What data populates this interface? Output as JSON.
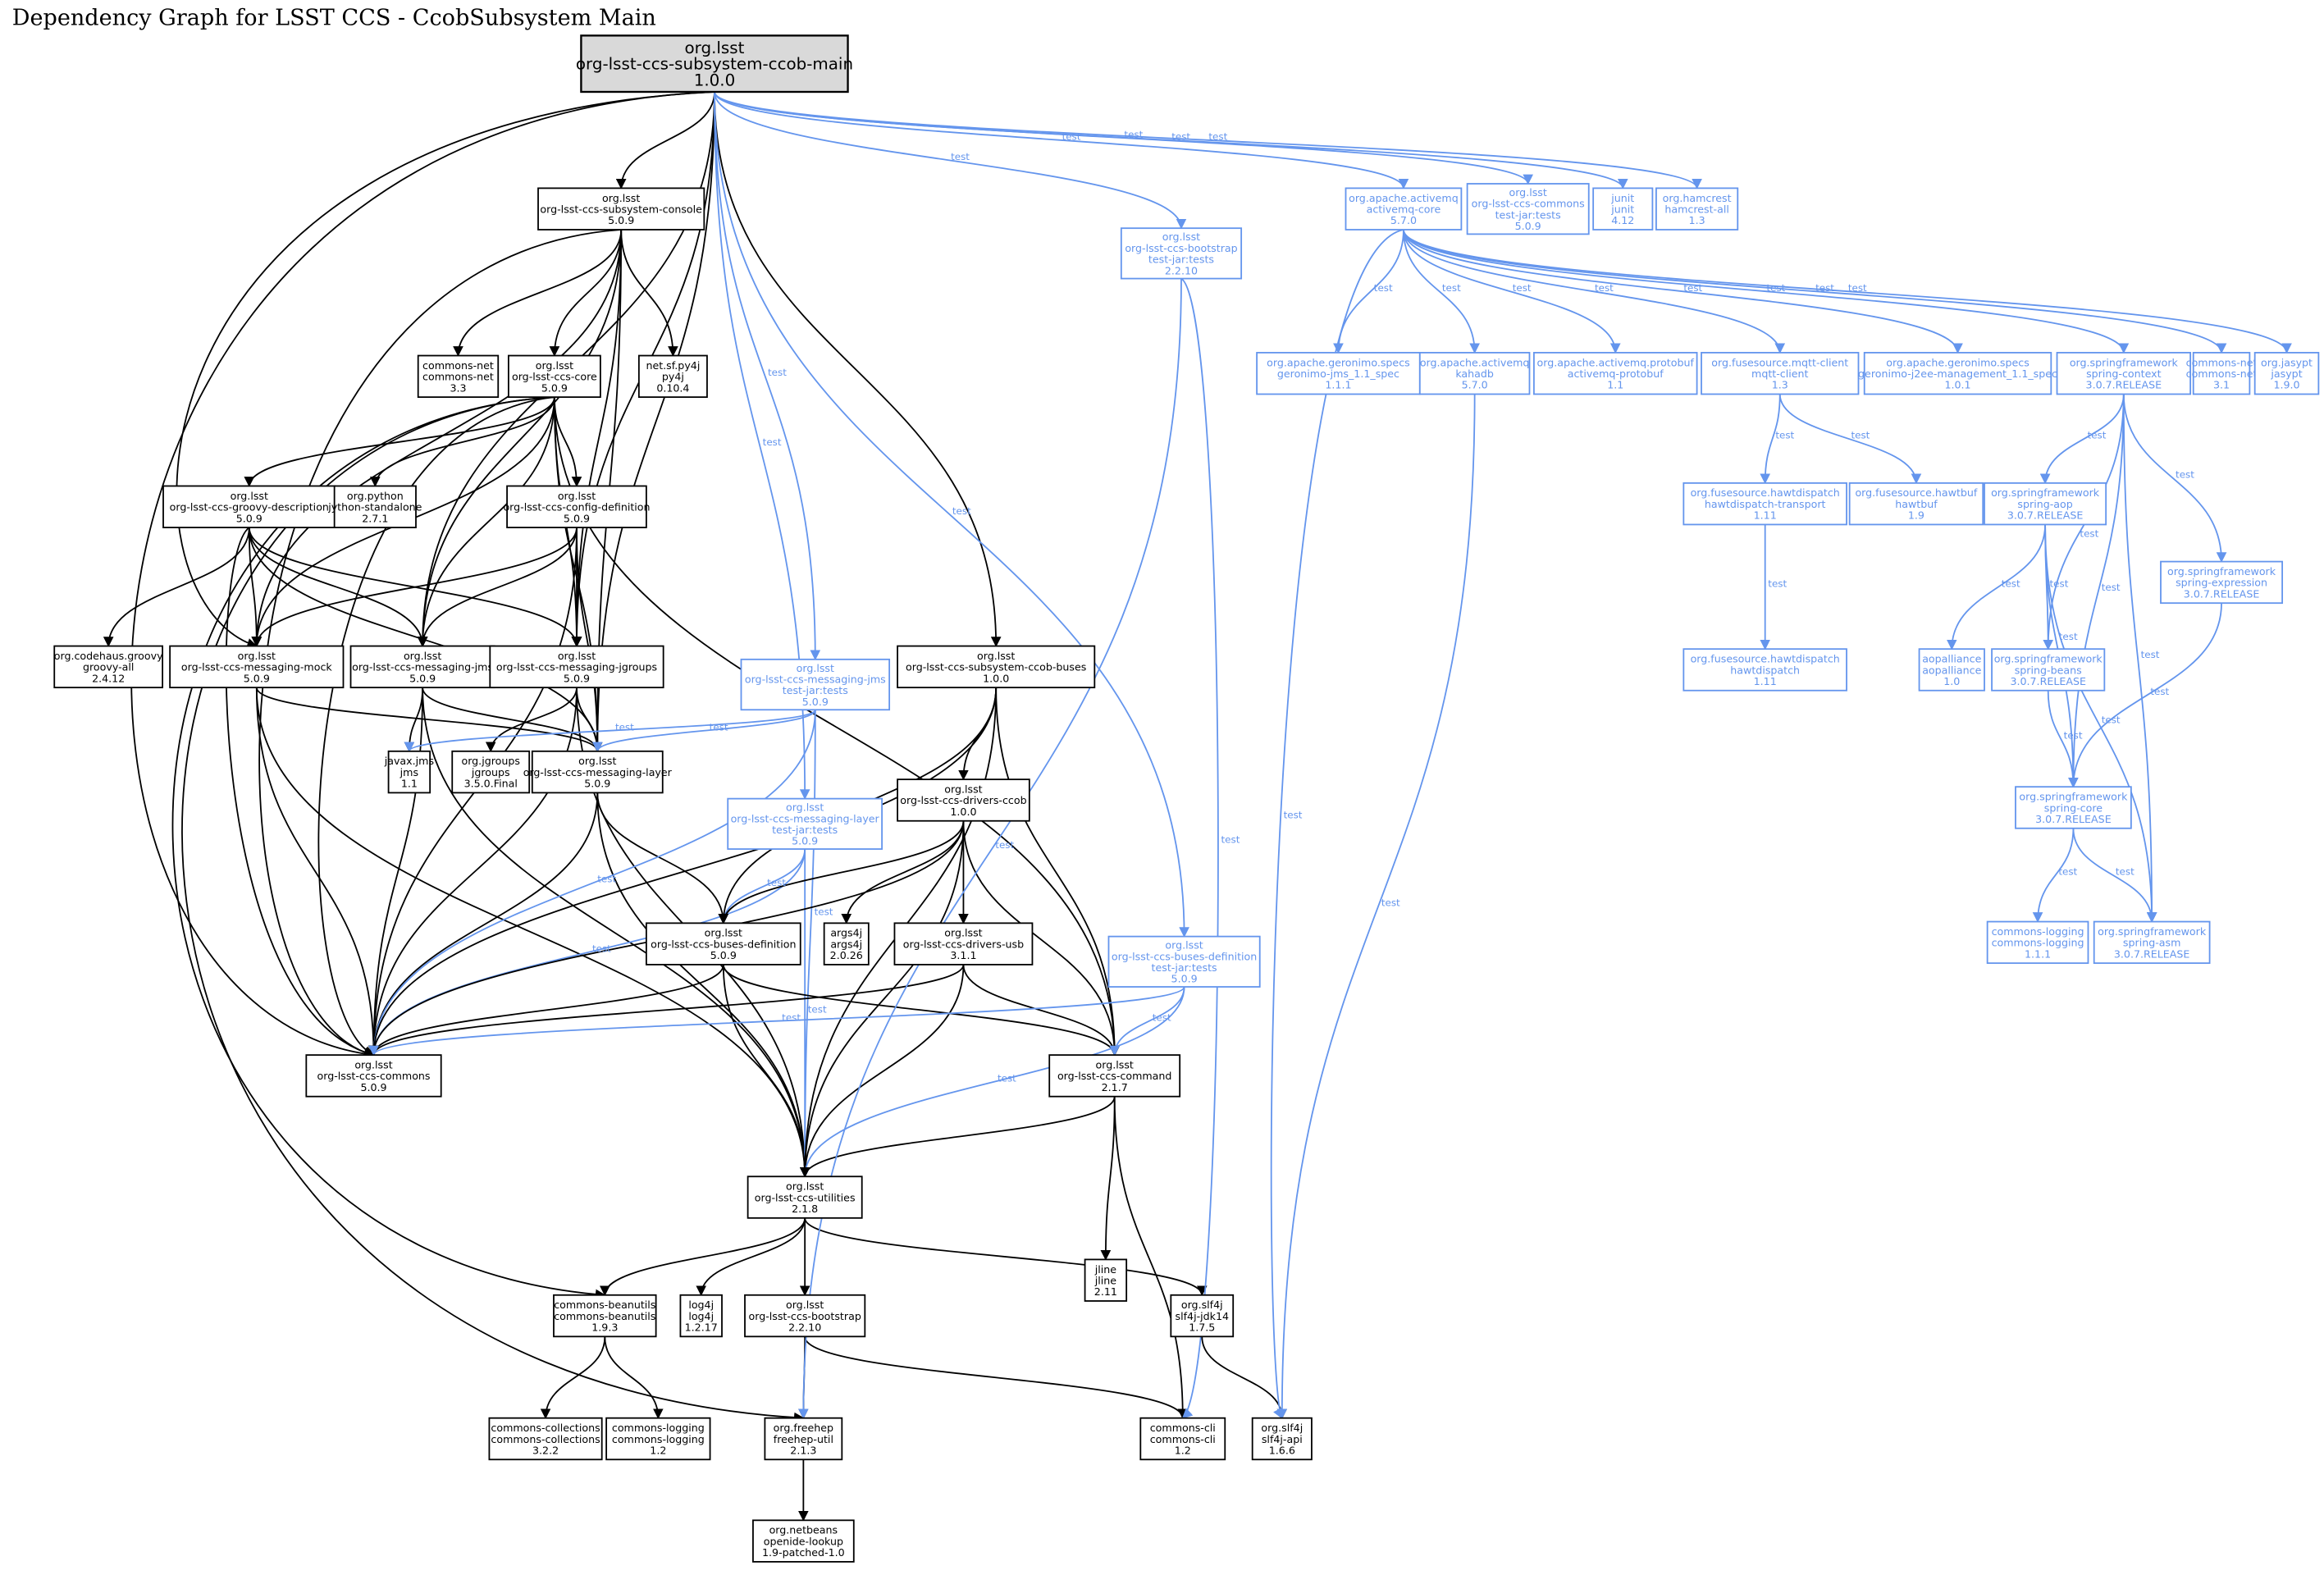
{
  "title": "Dependency Graph for LSST CCS - CcobSubsystem Main",
  "colors": {
    "compile": "#000000",
    "test": "#6495ED",
    "root_fill": "#d9d9d9"
  },
  "nodes": [
    {
      "id": "root",
      "scope": "root",
      "lines": [
        "org.lsst",
        "org-lsst-ccs-subsystem-ccob-main",
        "1.0.0"
      ]
    },
    {
      "id": "console",
      "scope": "compile",
      "lines": [
        "org.lsst",
        "org-lsst-ccs-subsystem-console",
        "5.0.9"
      ]
    },
    {
      "id": "cnet33",
      "scope": "compile",
      "lines": [
        "commons-net",
        "commons-net",
        "3.3"
      ]
    },
    {
      "id": "core",
      "scope": "compile",
      "lines": [
        "org.lsst",
        "org-lsst-ccs-core",
        "5.0.9"
      ]
    },
    {
      "id": "py4j",
      "scope": "compile",
      "lines": [
        "net.sf.py4j",
        "py4j",
        "0.10.4"
      ]
    },
    {
      "id": "groovydesc",
      "scope": "compile",
      "lines": [
        "org.lsst",
        "org-lsst-ccs-groovy-description",
        "5.0.9"
      ]
    },
    {
      "id": "jython",
      "scope": "compile",
      "lines": [
        "org.python",
        "jython-standalone",
        "2.7.1"
      ]
    },
    {
      "id": "configdef",
      "scope": "compile",
      "lines": [
        "org.lsst",
        "org-lsst-ccs-config-definition",
        "5.0.9"
      ]
    },
    {
      "id": "codehaus",
      "scope": "compile",
      "lines": [
        "org.codehaus.groovy",
        "groovy-all",
        "2.4.12"
      ]
    },
    {
      "id": "mock",
      "scope": "compile",
      "lines": [
        "org.lsst",
        "org-lsst-ccs-messaging-mock",
        "5.0.9"
      ]
    },
    {
      "id": "jms",
      "scope": "compile",
      "lines": [
        "org.lsst",
        "org-lsst-ccs-messaging-jms",
        "5.0.9"
      ]
    },
    {
      "id": "jgroupsmsg",
      "scope": "compile",
      "lines": [
        "org.lsst",
        "org-lsst-ccs-messaging-jgroups",
        "5.0.9"
      ]
    },
    {
      "id": "jmstests",
      "scope": "test",
      "lines": [
        "org.lsst",
        "org-lsst-ccs-messaging-jms",
        "test-jar:tests",
        "5.0.9"
      ]
    },
    {
      "id": "ccobbuses",
      "scope": "compile",
      "lines": [
        "org.lsst",
        "org-lsst-ccs-subsystem-ccob-buses",
        "1.0.0"
      ]
    },
    {
      "id": "javax",
      "scope": "compile",
      "lines": [
        "javax.jms",
        "jms",
        "1.1"
      ]
    },
    {
      "id": "jgroups",
      "scope": "compile",
      "lines": [
        "org.jgroups",
        "jgroups",
        "3.5.0.Final"
      ]
    },
    {
      "id": "layer",
      "scope": "compile",
      "lines": [
        "org.lsst",
        "org-lsst-ccs-messaging-layer",
        "5.0.9"
      ]
    },
    {
      "id": "layertests",
      "scope": "test",
      "lines": [
        "org.lsst",
        "org-lsst-ccs-messaging-layer",
        "test-jar:tests",
        "5.0.9"
      ]
    },
    {
      "id": "driversccob",
      "scope": "compile",
      "lines": [
        "org.lsst",
        "org-lsst-ccs-drivers-ccob",
        "1.0.0"
      ]
    },
    {
      "id": "args4j",
      "scope": "compile",
      "lines": [
        "args4j",
        "args4j",
        "2.0.26"
      ]
    },
    {
      "id": "driversusb",
      "scope": "compile",
      "lines": [
        "org.lsst",
        "org-lsst-ccs-drivers-usb",
        "3.1.1"
      ]
    },
    {
      "id": "busesdef",
      "scope": "compile",
      "lines": [
        "org.lsst",
        "org-lsst-ccs-buses-definition",
        "5.0.9"
      ]
    },
    {
      "id": "busesdeftests",
      "scope": "test",
      "lines": [
        "org.lsst",
        "org-lsst-ccs-buses-definition",
        "test-jar:tests",
        "5.0.9"
      ]
    },
    {
      "id": "commons",
      "scope": "compile",
      "lines": [
        "org.lsst",
        "org-lsst-ccs-commons",
        "5.0.9"
      ]
    },
    {
      "id": "command",
      "scope": "compile",
      "lines": [
        "org.lsst",
        "org-lsst-ccs-command",
        "2.1.7"
      ]
    },
    {
      "id": "utilities",
      "scope": "compile",
      "lines": [
        "org.lsst",
        "org-lsst-ccs-utilities",
        "2.1.8"
      ]
    },
    {
      "id": "jline",
      "scope": "compile",
      "lines": [
        "jline",
        "jline",
        "2.11"
      ]
    },
    {
      "id": "beanutils",
      "scope": "compile",
      "lines": [
        "commons-beanutils",
        "commons-beanutils",
        "1.9.3"
      ]
    },
    {
      "id": "log4j",
      "scope": "compile",
      "lines": [
        "log4j",
        "log4j",
        "1.2.17"
      ]
    },
    {
      "id": "bootstrap",
      "scope": "compile",
      "lines": [
        "org.lsst",
        "org-lsst-ccs-bootstrap",
        "2.2.10"
      ]
    },
    {
      "id": "jdk14",
      "scope": "compile",
      "lines": [
        "org.slf4j",
        "slf4j-jdk14",
        "1.7.5"
      ]
    },
    {
      "id": "collections",
      "scope": "compile",
      "lines": [
        "commons-collections",
        "commons-collections",
        "3.2.2"
      ]
    },
    {
      "id": "logging12",
      "scope": "compile",
      "lines": [
        "commons-logging",
        "commons-logging",
        "1.2"
      ]
    },
    {
      "id": "freehep",
      "scope": "compile",
      "lines": [
        "org.freehep",
        "freehep-util",
        "2.1.3"
      ]
    },
    {
      "id": "cli",
      "scope": "compile",
      "lines": [
        "commons-cli",
        "commons-cli",
        "1.2"
      ]
    },
    {
      "id": "slf4japi",
      "scope": "compile",
      "lines": [
        "org.slf4j",
        "slf4j-api",
        "1.6.6"
      ]
    },
    {
      "id": "netbeans",
      "scope": "compile",
      "lines": [
        "org.netbeans",
        "openide-lookup",
        "1.9-patched-1.0"
      ]
    },
    {
      "id": "bootstraptests",
      "scope": "test",
      "lines": [
        "org.lsst",
        "org-lsst-ccs-bootstrap",
        "test-jar:tests",
        "2.2.10"
      ]
    },
    {
      "id": "activemqcore",
      "scope": "test",
      "lines": [
        "org.apache.activemq",
        "activemq-core",
        "5.7.0"
      ]
    },
    {
      "id": "commonstests",
      "scope": "test",
      "lines": [
        "org.lsst",
        "org-lsst-ccs-commons",
        "test-jar:tests",
        "5.0.9"
      ]
    },
    {
      "id": "junit",
      "scope": "test",
      "lines": [
        "junit",
        "junit",
        "4.12"
      ]
    },
    {
      "id": "hamcrest",
      "scope": "test",
      "lines": [
        "org.hamcrest",
        "hamcrest-all",
        "1.3"
      ]
    },
    {
      "id": "geronimojms",
      "scope": "test",
      "lines": [
        "org.apache.geronimo.specs",
        "geronimo-jms_1.1_spec",
        "1.1.1"
      ]
    },
    {
      "id": "kahadb",
      "scope": "test",
      "lines": [
        "org.apache.activemq",
        "kahadb",
        "5.7.0"
      ]
    },
    {
      "id": "protobuf",
      "scope": "test",
      "lines": [
        "org.apache.activemq.protobuf",
        "activemq-protobuf",
        "1.1"
      ]
    },
    {
      "id": "mqtt",
      "scope": "test",
      "lines": [
        "org.fusesource.mqtt-client",
        "mqtt-client",
        "1.3"
      ]
    },
    {
      "id": "j2ee",
      "scope": "test",
      "lines": [
        "org.apache.geronimo.specs",
        "geronimo-j2ee-management_1.1_spec",
        "1.0.1"
      ]
    },
    {
      "id": "springcontext",
      "scope": "test",
      "lines": [
        "org.springframework",
        "spring-context",
        "3.0.7.RELEASE"
      ]
    },
    {
      "id": "cnet31",
      "scope": "test",
      "lines": [
        "commons-net",
        "commons-net",
        "3.1"
      ]
    },
    {
      "id": "jasypt",
      "scope": "test",
      "lines": [
        "org.jasypt",
        "jasypt",
        "1.9.0"
      ]
    },
    {
      "id": "hawttransport",
      "scope": "test",
      "lines": [
        "org.fusesource.hawtdispatch",
        "hawtdispatch-transport",
        "1.11"
      ]
    },
    {
      "id": "hawtbuf",
      "scope": "test",
      "lines": [
        "org.fusesource.hawtbuf",
        "hawtbuf",
        "1.9"
      ]
    },
    {
      "id": "springaop",
      "scope": "test",
      "lines": [
        "org.springframework",
        "spring-aop",
        "3.0.7.RELEASE"
      ]
    },
    {
      "id": "springexpr",
      "scope": "test",
      "lines": [
        "org.springframework",
        "spring-expression",
        "3.0.7.RELEASE"
      ]
    },
    {
      "id": "hawtdispatch",
      "scope": "test",
      "lines": [
        "org.fusesource.hawtdispatch",
        "hawtdispatch",
        "1.11"
      ]
    },
    {
      "id": "aopalliance",
      "scope": "test",
      "lines": [
        "aopalliance",
        "aopalliance",
        "1.0"
      ]
    },
    {
      "id": "springbeans",
      "scope": "test",
      "lines": [
        "org.springframework",
        "spring-beans",
        "3.0.7.RELEASE"
      ]
    },
    {
      "id": "springcore",
      "scope": "test",
      "lines": [
        "org.springframework",
        "spring-core",
        "3.0.7.RELEASE"
      ]
    },
    {
      "id": "logging111",
      "scope": "test",
      "lines": [
        "commons-logging",
        "commons-logging",
        "1.1.1"
      ]
    },
    {
      "id": "springasm",
      "scope": "test",
      "lines": [
        "org.springframework",
        "spring-asm",
        "3.0.7.RELEASE"
      ]
    }
  ],
  "edges": [
    [
      "root",
      "console",
      ""
    ],
    [
      "root",
      "commons",
      ""
    ],
    [
      "root",
      "mock",
      ""
    ],
    [
      "root",
      "jms",
      ""
    ],
    [
      "root",
      "jgroupsmsg",
      ""
    ],
    [
      "root",
      "layer",
      ""
    ],
    [
      "root",
      "ccobbuses",
      ""
    ],
    [
      "root",
      "jmstests",
      "test"
    ],
    [
      "root",
      "layertests",
      "test"
    ],
    [
      "root",
      "busesdeftests",
      "test"
    ],
    [
      "root",
      "bootstraptests",
      "test"
    ],
    [
      "root",
      "activemqcore",
      "test"
    ],
    [
      "root",
      "commonstests",
      "test"
    ],
    [
      "root",
      "junit",
      "test"
    ],
    [
      "root",
      "hamcrest",
      "test"
    ],
    [
      "console",
      "cnet33",
      ""
    ],
    [
      "console",
      "core",
      ""
    ],
    [
      "console",
      "py4j",
      ""
    ],
    [
      "console",
      "commons",
      ""
    ],
    [
      "console",
      "mock",
      ""
    ],
    [
      "console",
      "jms",
      ""
    ],
    [
      "console",
      "jgroupsmsg",
      ""
    ],
    [
      "console",
      "layer",
      ""
    ],
    [
      "core",
      "groovydesc",
      ""
    ],
    [
      "core",
      "jython",
      ""
    ],
    [
      "core",
      "configdef",
      ""
    ],
    [
      "core",
      "mock",
      ""
    ],
    [
      "core",
      "jms",
      ""
    ],
    [
      "core",
      "jgroupsmsg",
      ""
    ],
    [
      "core",
      "layer",
      ""
    ],
    [
      "core",
      "commons",
      ""
    ],
    [
      "core",
      "command",
      ""
    ],
    [
      "core",
      "beanutils",
      ""
    ],
    [
      "core",
      "freehep",
      ""
    ],
    [
      "groovydesc",
      "codehaus",
      ""
    ],
    [
      "groovydesc",
      "mock",
      ""
    ],
    [
      "groovydesc",
      "jms",
      ""
    ],
    [
      "groovydesc",
      "jgroupsmsg",
      ""
    ],
    [
      "groovydesc",
      "layer",
      ""
    ],
    [
      "groovydesc",
      "commons",
      ""
    ],
    [
      "configdef",
      "mock",
      ""
    ],
    [
      "configdef",
      "jms",
      ""
    ],
    [
      "configdef",
      "jgroupsmsg",
      ""
    ],
    [
      "configdef",
      "layer",
      ""
    ],
    [
      "configdef",
      "commons",
      ""
    ],
    [
      "mock",
      "layer",
      ""
    ],
    [
      "mock",
      "commons",
      ""
    ],
    [
      "mock",
      "utilities",
      ""
    ],
    [
      "jms",
      "javax",
      ""
    ],
    [
      "jms",
      "layer",
      ""
    ],
    [
      "jms",
      "commons",
      ""
    ],
    [
      "jms",
      "utilities",
      ""
    ],
    [
      "jgroupsmsg",
      "jgroups",
      ""
    ],
    [
      "jgroupsmsg",
      "layer",
      ""
    ],
    [
      "jgroupsmsg",
      "commons",
      ""
    ],
    [
      "jgroupsmsg",
      "utilities",
      ""
    ],
    [
      "layer",
      "busesdef",
      ""
    ],
    [
      "layer",
      "commons",
      ""
    ],
    [
      "layer",
      "utilities",
      ""
    ],
    [
      "jmstests",
      "javax",
      "test"
    ],
    [
      "jmstests",
      "layer",
      "test"
    ],
    [
      "jmstests",
      "commons",
      "test"
    ],
    [
      "jmstests",
      "utilities",
      "test"
    ],
    [
      "layertests",
      "busesdef",
      "test"
    ],
    [
      "layertests",
      "commons",
      "test"
    ],
    [
      "layertests",
      "utilities",
      "test"
    ],
    [
      "ccobbuses",
      "driversccob",
      ""
    ],
    [
      "ccobbuses",
      "busesdef",
      ""
    ],
    [
      "ccobbuses",
      "command",
      ""
    ],
    [
      "ccobbuses",
      "utilities",
      ""
    ],
    [
      "ccobbuses",
      "commons",
      ""
    ],
    [
      "driversccob",
      "args4j",
      ""
    ],
    [
      "driversccob",
      "driversusb",
      ""
    ],
    [
      "driversccob",
      "command",
      ""
    ],
    [
      "driversccob",
      "utilities",
      ""
    ],
    [
      "driversccob",
      "commons",
      ""
    ],
    [
      "driversccob",
      "busesdef",
      ""
    ],
    [
      "driversusb",
      "command",
      ""
    ],
    [
      "driversusb",
      "utilities",
      ""
    ],
    [
      "driversusb",
      "commons",
      ""
    ],
    [
      "busesdef",
      "command",
      ""
    ],
    [
      "busesdef",
      "utilities",
      ""
    ],
    [
      "busesdef",
      "commons",
      ""
    ],
    [
      "busesdeftests",
      "commons",
      "test"
    ],
    [
      "busesdeftests",
      "command",
      "test"
    ],
    [
      "busesdeftests",
      "utilities",
      "test"
    ],
    [
      "command",
      "utilities",
      ""
    ],
    [
      "command",
      "jline",
      ""
    ],
    [
      "command",
      "cli",
      ""
    ],
    [
      "utilities",
      "beanutils",
      ""
    ],
    [
      "utilities",
      "log4j",
      ""
    ],
    [
      "utilities",
      "bootstrap",
      ""
    ],
    [
      "utilities",
      "jdk14",
      ""
    ],
    [
      "beanutils",
      "collections",
      ""
    ],
    [
      "beanutils",
      "logging12",
      ""
    ],
    [
      "bootstrap",
      "freehep",
      ""
    ],
    [
      "bootstrap",
      "cli",
      ""
    ],
    [
      "freehep",
      "netbeans",
      ""
    ],
    [
      "jdk14",
      "slf4japi",
      ""
    ],
    [
      "bootstraptests",
      "freehep",
      "test"
    ],
    [
      "bootstraptests",
      "cli",
      "test"
    ],
    [
      "activemqcore",
      "geronimojms",
      "test"
    ],
    [
      "activemqcore",
      "kahadb",
      "test"
    ],
    [
      "activemqcore",
      "protobuf",
      "test"
    ],
    [
      "activemqcore",
      "mqtt",
      "test"
    ],
    [
      "activemqcore",
      "j2ee",
      "test"
    ],
    [
      "activemqcore",
      "springcontext",
      "test"
    ],
    [
      "activemqcore",
      "cnet31",
      "test"
    ],
    [
      "activemqcore",
      "jasypt",
      "test"
    ],
    [
      "activemqcore",
      "slf4japi",
      "test"
    ],
    [
      "kahadb",
      "slf4japi",
      "test"
    ],
    [
      "mqtt",
      "hawttransport",
      "test"
    ],
    [
      "mqtt",
      "hawtbuf",
      "test"
    ],
    [
      "hawttransport",
      "hawtdispatch",
      "test"
    ],
    [
      "springcontext",
      "springaop",
      "test"
    ],
    [
      "springcontext",
      "springbeans",
      "test"
    ],
    [
      "springcontext",
      "springexpr",
      "test"
    ],
    [
      "springcontext",
      "springcore",
      "test"
    ],
    [
      "springcontext",
      "springasm",
      "test"
    ],
    [
      "springaop",
      "aopalliance",
      "test"
    ],
    [
      "springaop",
      "springbeans",
      "test"
    ],
    [
      "springaop",
      "springcore",
      "test"
    ],
    [
      "springaop",
      "springasm",
      "test"
    ],
    [
      "springexpr",
      "springcore",
      "test"
    ],
    [
      "springbeans",
      "springcore",
      "test"
    ],
    [
      "springcore",
      "logging111",
      "test"
    ],
    [
      "springcore",
      "springasm",
      "test"
    ]
  ]
}
